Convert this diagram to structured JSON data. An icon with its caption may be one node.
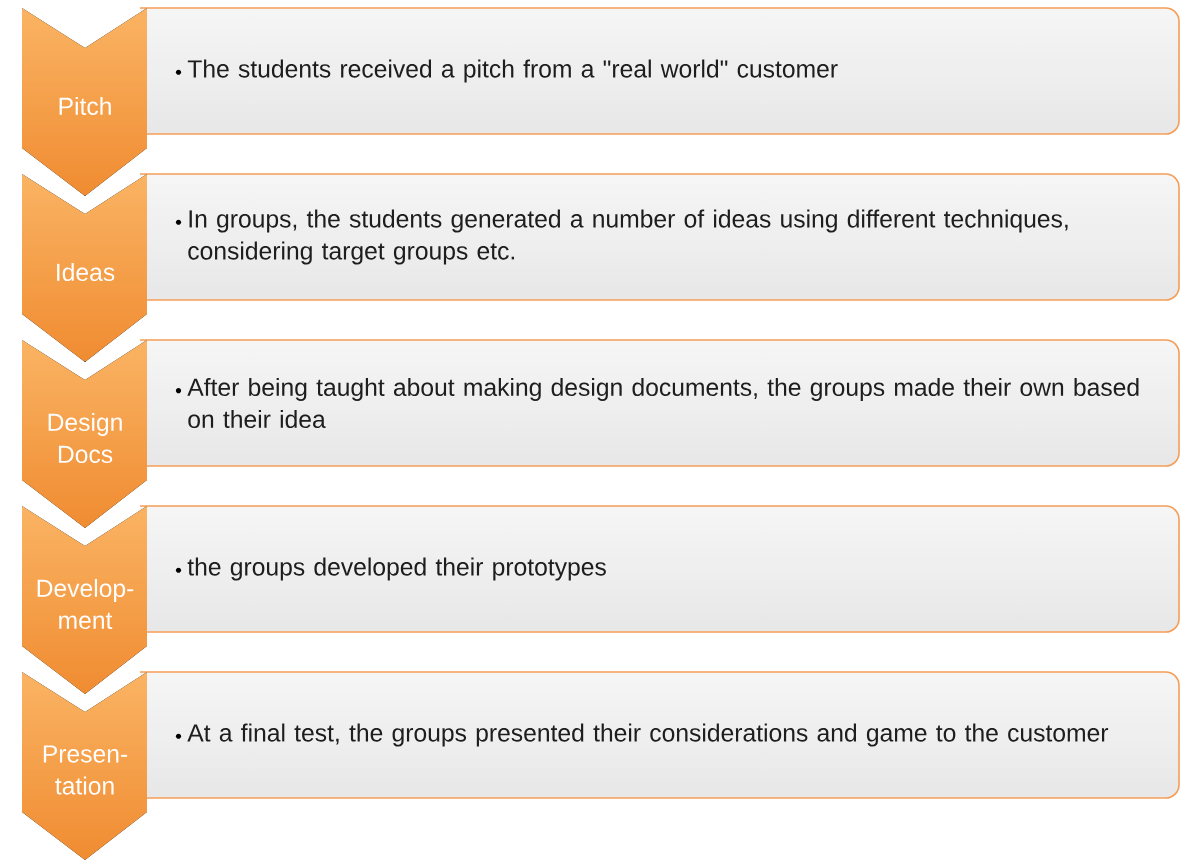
{
  "diagram": {
    "nodes": [
      {
        "text": [
          "Pitch"
        ]
      },
      {
        "text": [
          "The students received a pitch from a \"real world\" customer"
        ]
      },
      {
        "text": [
          "Ideas"
        ]
      },
      {
        "text": [
          "In groups, the students generated a number of ideas using different techniques, considering target groups etc."
        ]
      },
      {
        "text": [
          "Design Docs"
        ]
      },
      {
        "text": [
          "After being taught about making design documents, the groups made their own based on their idea"
        ]
      },
      {
        "text": [
          "Develop- ment"
        ]
      },
      {
        "text": [
          "the groups developed their prototypes"
        ]
      },
      {
        "text": [
          "Presen- tation"
        ]
      },
      {
        "text": [
          "At a final test, the groups presented their considerations and game to the customer"
        ]
      }
    ]
  }
}
